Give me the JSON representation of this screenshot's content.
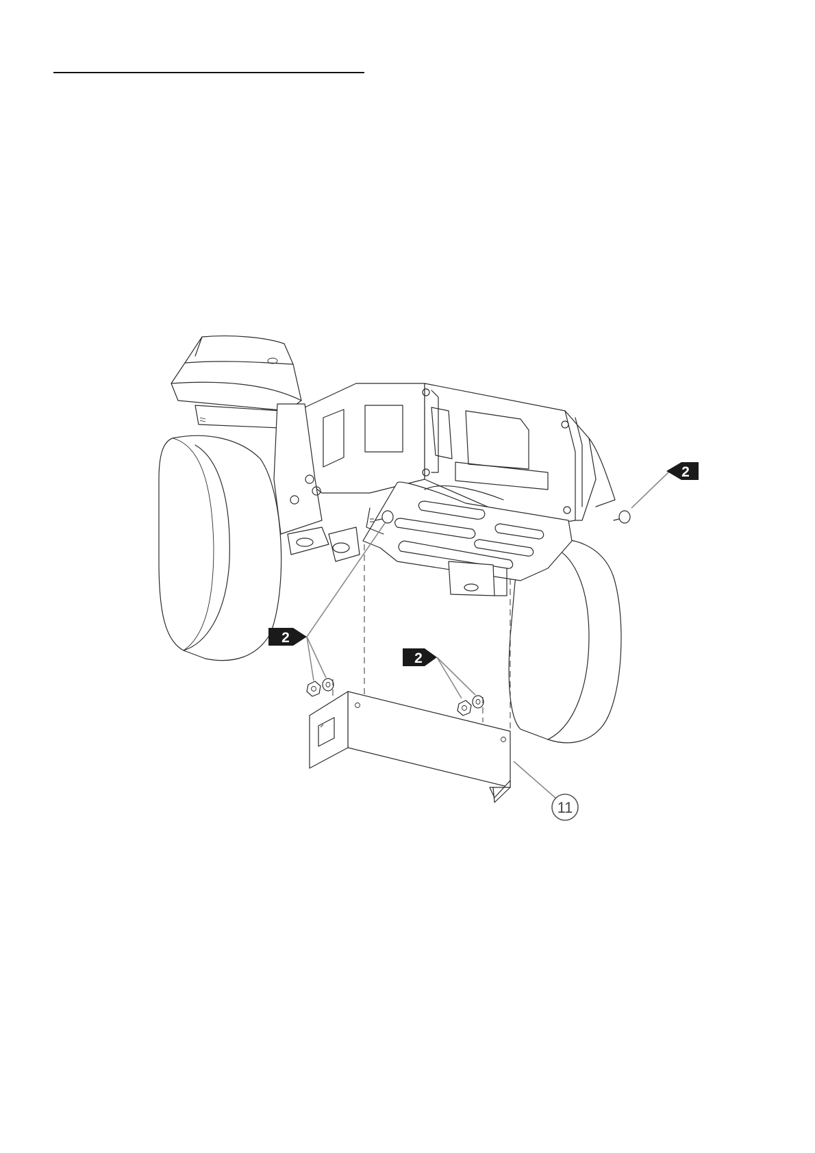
{
  "callouts": {
    "ref_right": "2",
    "ref_left": "2",
    "ref_center": "2",
    "item_number": "11"
  },
  "colors": {
    "tag_fill": "#1a1a1a",
    "leader": "#8a8a8a",
    "line_art": "#2a2a2a"
  }
}
